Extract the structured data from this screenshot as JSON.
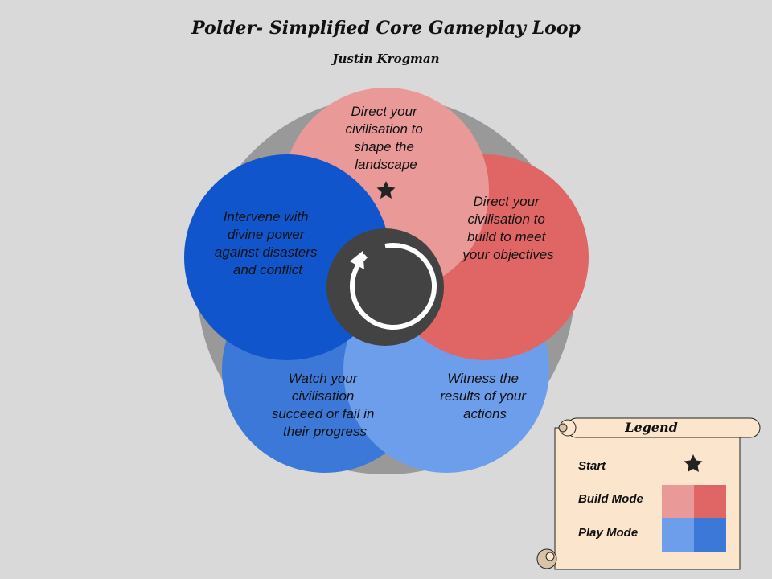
{
  "header": {
    "title": "Polder- Simplified Core Gameplay Loop",
    "author": "Justin Krogman"
  },
  "diagram": {
    "steps": [
      {
        "id": "step-shape-landscape",
        "lines": [
          "Direct your",
          "civilisation to",
          "shape the",
          "landscape"
        ],
        "mode": "build",
        "color": "#ea9999",
        "start": true
      },
      {
        "id": "step-build-objectives",
        "lines": [
          "Direct your",
          "civilisation to",
          "build to meet",
          "your objectives"
        ],
        "mode": "build",
        "color": "#e06666",
        "start": false
      },
      {
        "id": "step-witness-results",
        "lines": [
          "Witness the",
          "results of your",
          "actions"
        ],
        "mode": "play",
        "color": "#6d9eeb",
        "start": false
      },
      {
        "id": "step-watch-progress",
        "lines": [
          "Watch your",
          "civilisation",
          "succeed or fail in",
          "their progress"
        ],
        "mode": "play",
        "color": "#3c78d8",
        "start": false
      },
      {
        "id": "step-intervene",
        "lines": [
          "Intervene with",
          "divine power",
          "against disasters",
          "and conflict"
        ],
        "mode": "play",
        "color": "#1155cc",
        "start": false
      }
    ],
    "center_icon": "cycle-arrow-icon",
    "colors": {
      "background": "#d9d9d9",
      "outer_ring": "#999999",
      "center": "#434343",
      "build_light": "#ea9999",
      "build_dark": "#e06666",
      "play_light": "#6d9eeb",
      "play_dark": "#3c78d8"
    }
  },
  "legend": {
    "title": "Legend",
    "start_label": "Start",
    "start_icon": "star-icon",
    "build_label": "Build Mode",
    "play_label": "Play Mode",
    "paper_color": "#fce5cd"
  }
}
